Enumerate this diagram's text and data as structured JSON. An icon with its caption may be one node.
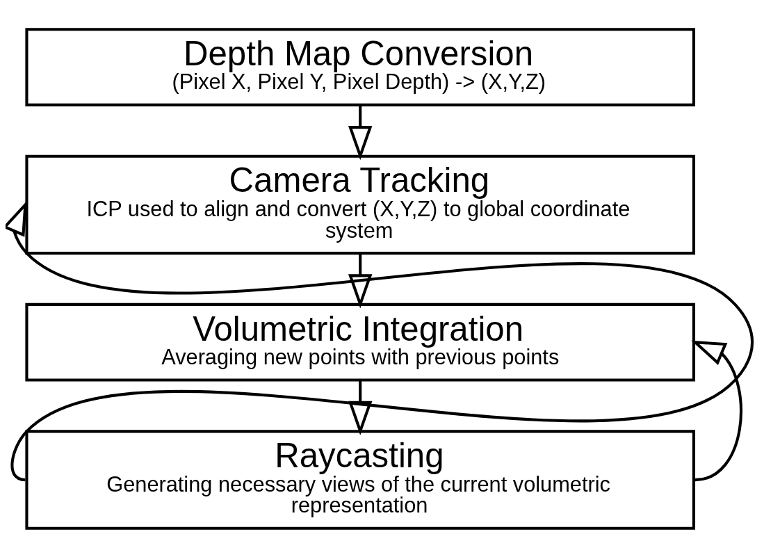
{
  "diagram": {
    "nodes": [
      {
        "text": [
          "Depth Map Conversion",
          "(Pixel X, Pixel Y, Pixel Depth) -> (X,Y,Z)"
        ]
      },
      {
        "text": [
          "Camera Tracking",
          "ICP used to align and convert (X,Y,Z) to global coordinate system"
        ]
      },
      {
        "text": [
          "Volumetric Integration",
          "Averaging new points with previous points"
        ]
      },
      {
        "text": [
          "Raycasting",
          "Generating necessary views of the current volumetric representation"
        ]
      }
    ],
    "edges": [
      {
        "from": 0,
        "to": 1,
        "arrow": "to"
      },
      {
        "from": 1,
        "to": 2,
        "arrow": "to"
      },
      {
        "from": 2,
        "to": 3,
        "arrow": "to"
      },
      {
        "from": 3,
        "to": 1,
        "arrow": "to"
      },
      {
        "from": 3,
        "to": 2,
        "arrow": "to"
      }
    ]
  }
}
